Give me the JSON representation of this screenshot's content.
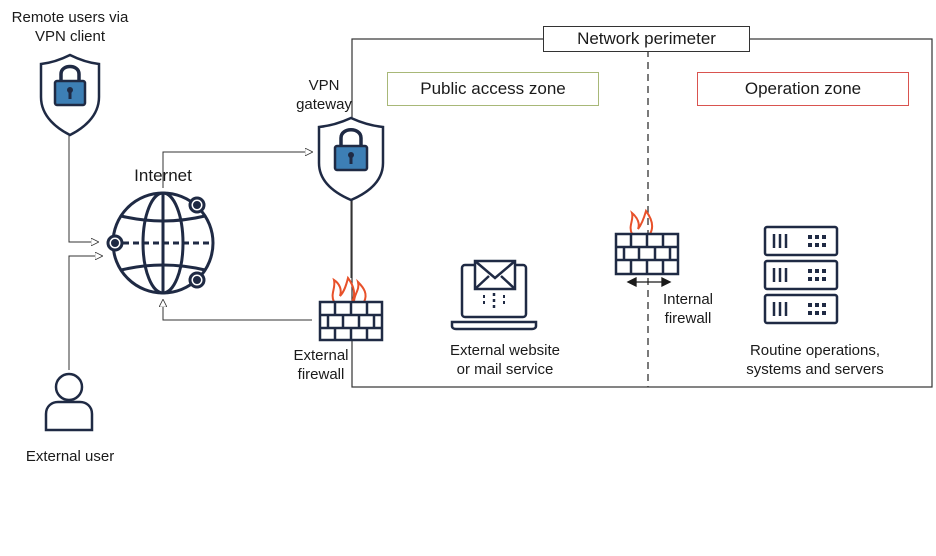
{
  "labels": {
    "remote_users_l1": "Remote users via",
    "remote_users_l2": "VPN client",
    "internet": "Internet",
    "vpn_gateway_l1": "VPN",
    "vpn_gateway_l2": "gateway",
    "external_firewall_l1": "External",
    "external_firewall_l2": "firewall",
    "external_user": "External user",
    "network_perimeter": "Network perimeter",
    "public_access_zone": "Public access zone",
    "operation_zone": "Operation zone",
    "internal_firewall_l1": "Internal",
    "internal_firewall_l2": "firewall",
    "website_l1": "External website",
    "website_l2": "or mail service",
    "routine_l1": "Routine operations,",
    "routine_l2": "systems and servers"
  },
  "colors": {
    "line": "#333333",
    "icon_navy": "#1f2a44",
    "lock_blue": "#3d7fb5",
    "flame": "#e8512a",
    "public_zone_border": "#a8b878",
    "operation_zone_border": "#d9534f"
  },
  "icons": [
    "shield-lock-icon",
    "globe-icon",
    "firewall-icon",
    "laptop-mail-icon",
    "server-rack-icon",
    "user-icon"
  ]
}
